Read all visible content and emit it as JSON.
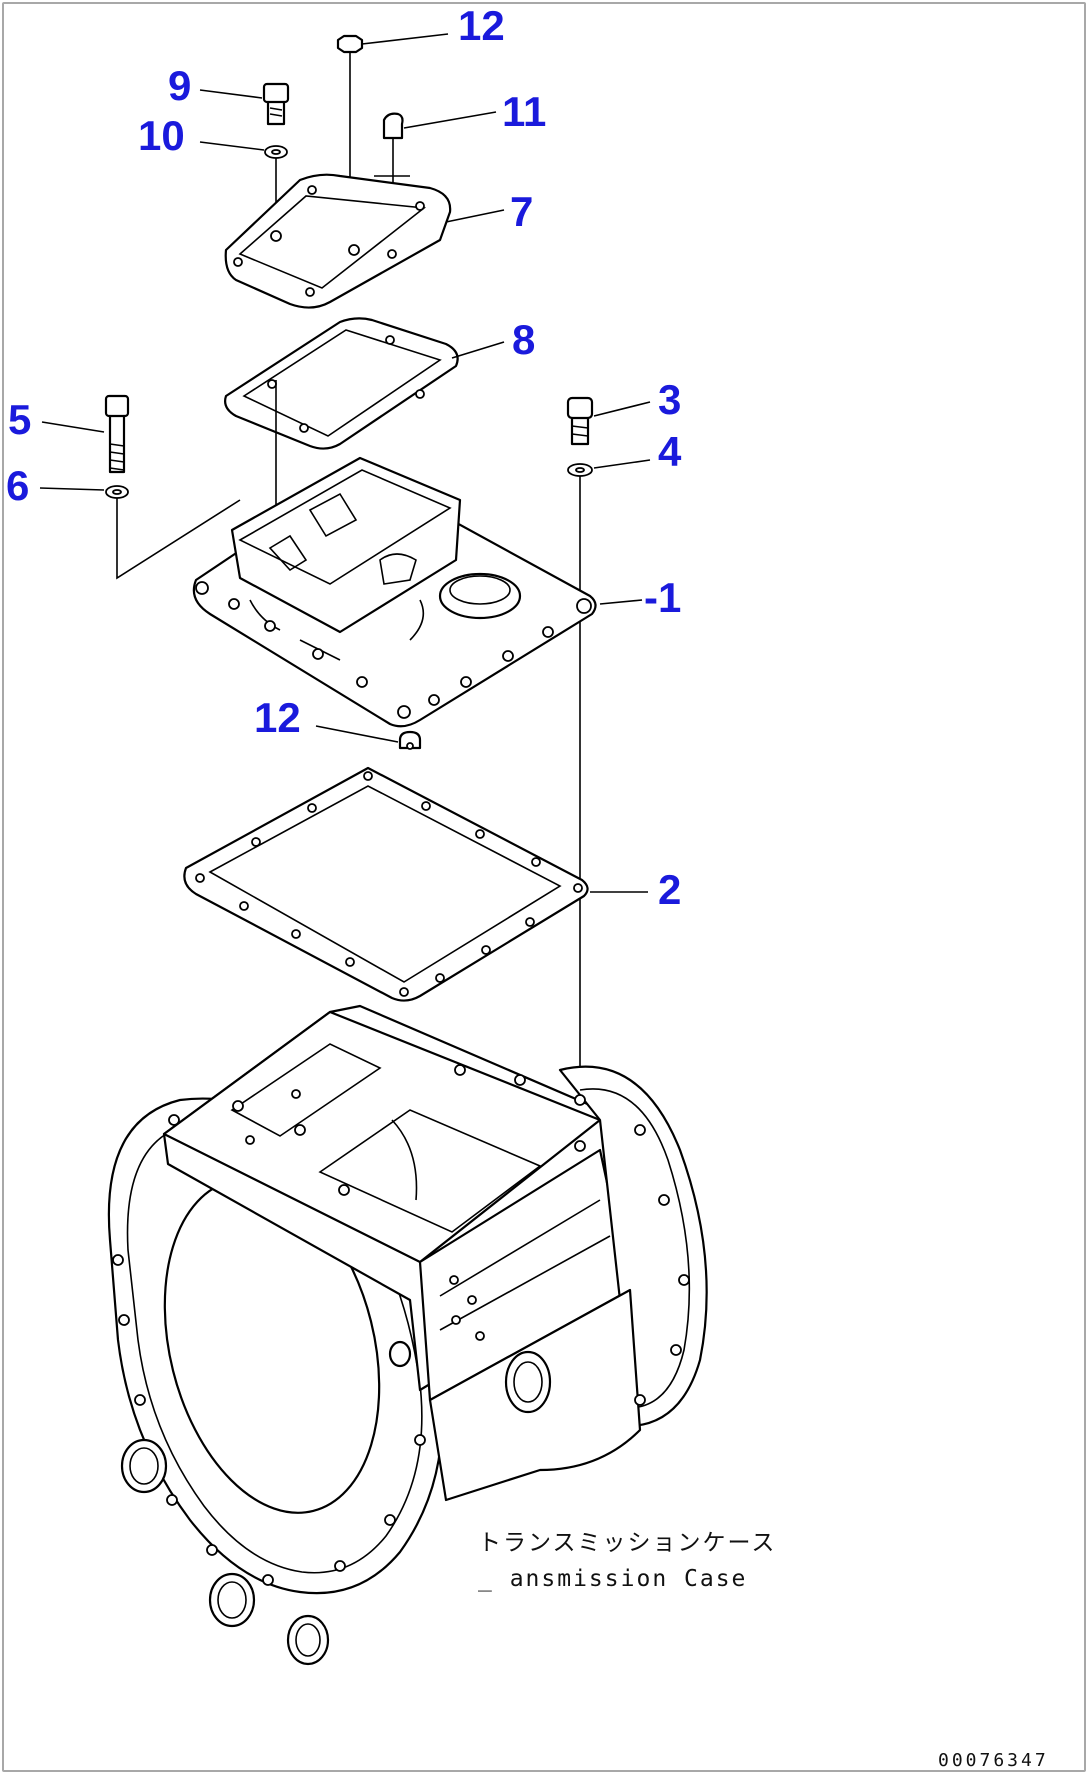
{
  "callouts": [
    {
      "id": "c12a",
      "label": "12"
    },
    {
      "id": "c9",
      "label": "9"
    },
    {
      "id": "c10",
      "label": "10"
    },
    {
      "id": "c11",
      "label": "11"
    },
    {
      "id": "c7",
      "label": "7"
    },
    {
      "id": "c8",
      "label": "8"
    },
    {
      "id": "c5",
      "label": "5"
    },
    {
      "id": "c6",
      "label": "6"
    },
    {
      "id": "c3",
      "label": "3"
    },
    {
      "id": "c4",
      "label": "4"
    },
    {
      "id": "c1",
      "label": "-1"
    },
    {
      "id": "c12b",
      "label": "12"
    },
    {
      "id": "c2",
      "label": "2"
    }
  ],
  "caption": {
    "japanese": "トランスミッションケース",
    "english": "_ ansmission Case"
  },
  "reference_number": "00076347",
  "colors": {
    "callout": "#1a1adc",
    "line": "#000000",
    "frame": "#a8a8a8",
    "background": "#ffffff"
  }
}
